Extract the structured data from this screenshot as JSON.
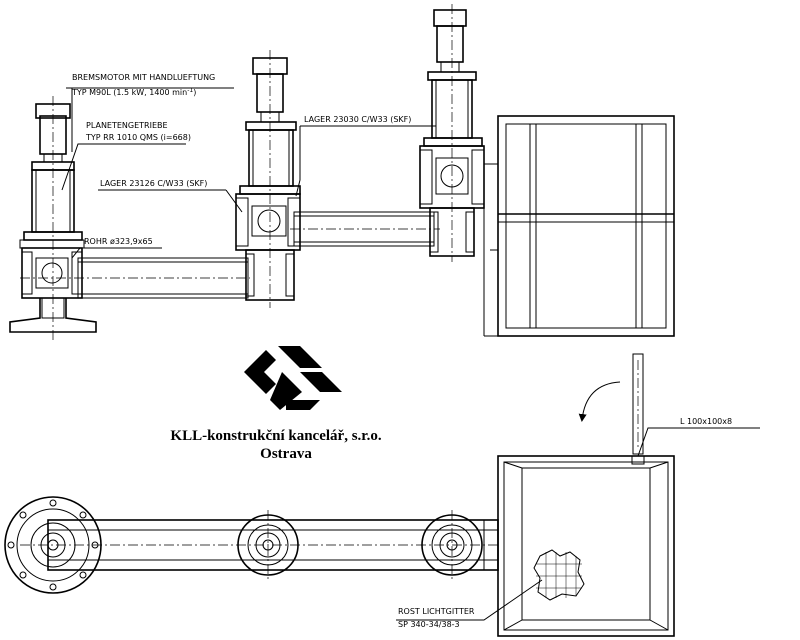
{
  "labels": {
    "brake_motor_line1": "BREMSMOTOR MIT HANDLUEFTUNG",
    "brake_motor_line2": "TYP M90L (1.5 kW, 1400 min",
    "brake_motor_sup": "-1",
    "brake_motor_end": ")",
    "planetary_line1": "PLANETENGETRIEBE",
    "planetary_line2": "TYP RR 1010 QMS (i=668)",
    "bearing_23030": "LAGER 23030 C/W33 (SKF)",
    "bearing_23126": "LAGER 23126 C/W33 (SKF)",
    "tube": "ROHR ø323,9x65",
    "angle_profile": "L 100x100x8",
    "grate_line1": "ROST LICHTGITTER",
    "grate_line2": "SP 340-34/38-3"
  },
  "company": {
    "name": "KLL-konstrukční kancelář, s.r.o.",
    "city": "Ostrava"
  }
}
